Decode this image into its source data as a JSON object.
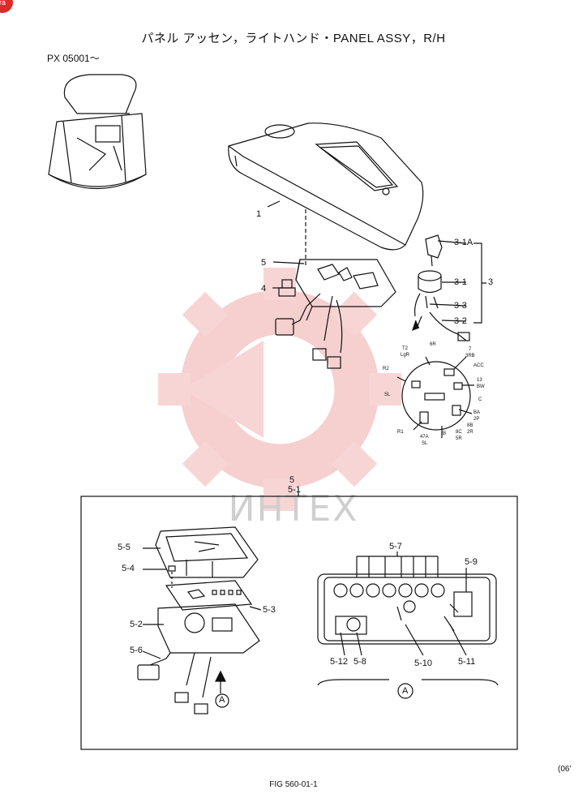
{
  "page": {
    "title": "パネル アッセン，ライトハンド・PANEL ASSY，R/H",
    "serial": "PX 05001～",
    "figure": "FIG 560-01-1",
    "page_ref": "(06'",
    "corner_badge": "ra"
  },
  "watermark": {
    "text": "ИНТЕХ",
    "color": "#e8585a"
  },
  "callouts": {
    "p1": "1",
    "p3": "3",
    "p3_1A": "3-1A",
    "p3_1": "3-1",
    "p3_3": "3-3",
    "p3_2": "3-2",
    "p4": "4",
    "p5": "5",
    "p5_top": "5",
    "p5_1": "5-1",
    "p5_2": "5-2",
    "p5_3": "5-3",
    "p5_4": "5-4",
    "p5_5": "5-5",
    "p5_6": "5-6",
    "p5_7": "5-7",
    "p5_8": "5-8",
    "p5_9": "5-9",
    "p5_10": "5-10",
    "p5_11": "5-11",
    "p5_12": "5-12",
    "view_a": "A"
  },
  "switch_terminals": {
    "t1": "T2",
    "t2": "LgR",
    "t3": "6R",
    "t4": "7",
    "t5": "3RB",
    "t6": "ACC",
    "t7": "R2",
    "t8": "13",
    "t9": "BW",
    "t10": "SL",
    "t11": "C",
    "t12": "BA",
    "t13": "2P",
    "t14": "R1",
    "t15": "47A",
    "t16": "B",
    "t17": "8C",
    "t18": "5R",
    "t19": "SL",
    "t20": "8B",
    "t21": "2R"
  }
}
